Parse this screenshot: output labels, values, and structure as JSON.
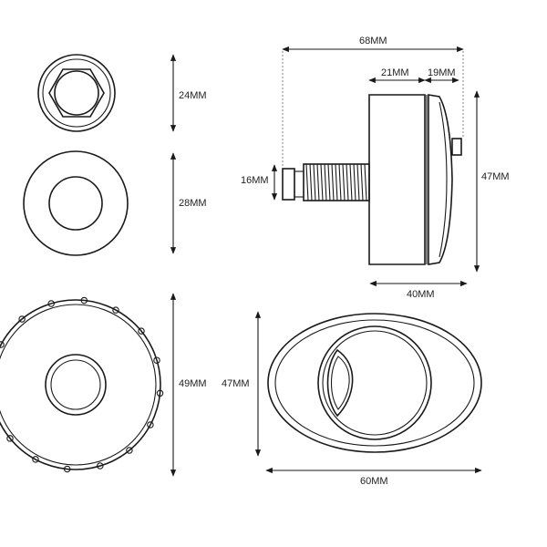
{
  "dimensions": {
    "nut_height": "24MM",
    "washer_height": "28MM",
    "base_height": "49MM",
    "total_length": "68MM",
    "body_depth": "21MM",
    "cap_depth": "19MM",
    "stem_diameter": "16MM",
    "side_height": "47MM",
    "side_width": "40MM",
    "front_height": "47MM",
    "front_width": "60MM"
  },
  "colors": {
    "line": "#1a1a1a",
    "background": "#ffffff"
  }
}
